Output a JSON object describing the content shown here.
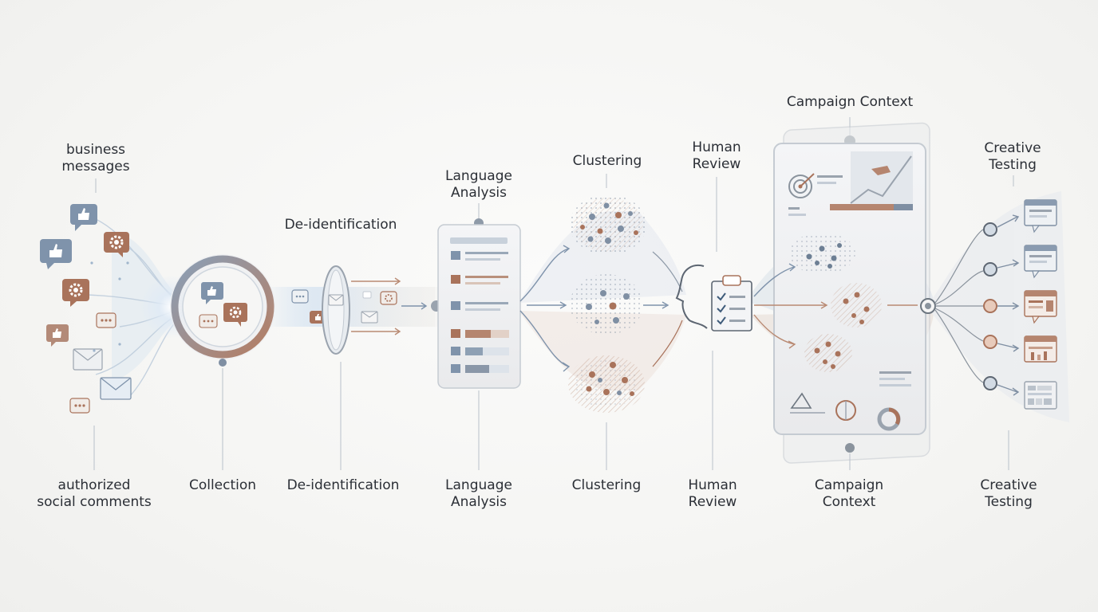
{
  "top_labels": {
    "sources": [
      "business",
      "messages"
    ],
    "deidentification": [
      "De-identification"
    ],
    "language_analysis": [
      "Language",
      "Analysis"
    ],
    "clustering": [
      "Clustering"
    ],
    "human_review": [
      "Human",
      "Review"
    ],
    "campaign_context": [
      "Campaign Context"
    ],
    "creative_testing": [
      "Creative",
      "Testing"
    ]
  },
  "bottom_labels": {
    "sources": [
      "authorized",
      "social comments"
    ],
    "collection": [
      "Collection"
    ],
    "deidentification": [
      "De-identification"
    ],
    "language_analysis": [
      "Language",
      "Analysis"
    ],
    "clustering": [
      "Clustering"
    ],
    "human_review": [
      "Human",
      "Review"
    ],
    "campaign_context": [
      "Campaign",
      "Context"
    ],
    "creative_testing": [
      "Creative",
      "Testing"
    ]
  },
  "icons": {
    "source_icons": [
      "thumbs-up-bubble-icon",
      "gear-bubble-icon",
      "thumbs-up-bubble-icon",
      "gear-bubble-icon",
      "thumbs-up-bubble-icon",
      "chat-bubble-icon",
      "envelope-icon",
      "envelope-icon",
      "chat-bubble-icon"
    ],
    "collection": "collection-ring-icon",
    "deidentification": "lens-filter-icon",
    "language_analysis": "document-panel-icon",
    "clustering": "cluster-cloud-icon",
    "human_review": "human-head-clipboard-icon",
    "campaign_context": "dashboard-panel-icon",
    "creative_testing": "creative-card-icon"
  },
  "colors": {
    "blue": "#7f93ab",
    "blue_light": "#c9d6e4",
    "copper": "#a9735b",
    "copper_light": "#e3cfc4",
    "gray": "#8a8f96",
    "text": "#2b2f36"
  }
}
